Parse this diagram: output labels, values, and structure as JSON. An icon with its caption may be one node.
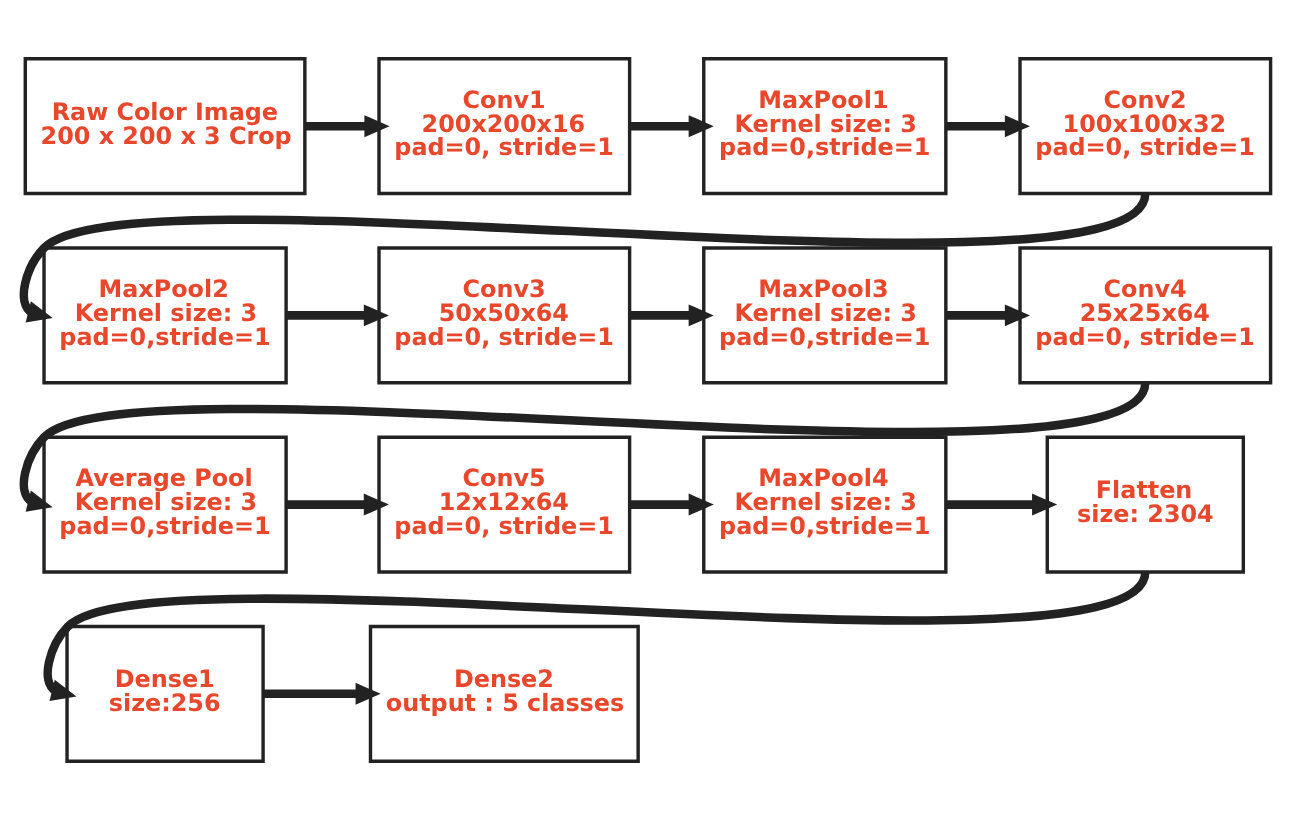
{
  "diagram": {
    "nodes": [
      {
        "text": [
          "Raw Color Image",
          "200 x 200 x 3 Crop"
        ]
      },
      {
        "text": [
          "Conv1",
          "200x200x16",
          "pad=0, stride=1"
        ]
      },
      {
        "text": [
          "MaxPool1",
          "Kernel size: 3",
          "pad=0,stride=1"
        ]
      },
      {
        "text": [
          "Conv2",
          "100x100x32",
          "pad=0, stride=1"
        ]
      },
      {
        "text": [
          "MaxPool2",
          "Kernel size: 3",
          "pad=0,stride=1"
        ]
      },
      {
        "text": [
          "Conv3",
          "50x50x64",
          "pad=0, stride=1"
        ]
      },
      {
        "text": [
          "MaxPool3",
          "Kernel size: 3",
          "pad=0,stride=1"
        ]
      },
      {
        "text": [
          "Conv4",
          "25x25x64",
          "pad=0, stride=1"
        ]
      },
      {
        "text": [
          "Average Pool",
          "Kernel size: 3",
          "pad=0,stride=1"
        ]
      },
      {
        "text": [
          "Conv5",
          "12x12x64",
          "pad=0, stride=1"
        ]
      },
      {
        "text": [
          "MaxPool4",
          "Kernel size: 3",
          "pad=0,stride=1"
        ]
      },
      {
        "text": [
          "Flatten",
          "size: 2304"
        ]
      },
      {
        "text": [
          "Dense1",
          "size:256"
        ]
      },
      {
        "text": [
          "Dense2",
          "output : 5 classes"
        ]
      }
    ],
    "edges": [
      {
        "from": 0,
        "to": 1,
        "arrow": "to"
      },
      {
        "from": 1,
        "to": 2,
        "arrow": "to"
      },
      {
        "from": 2,
        "to": 3,
        "arrow": "to"
      },
      {
        "from": 3,
        "to": 4,
        "arrow": "to"
      },
      {
        "from": 4,
        "to": 5,
        "arrow": "to"
      },
      {
        "from": 5,
        "to": 6,
        "arrow": "to"
      },
      {
        "from": 6,
        "to": 7,
        "arrow": "to"
      },
      {
        "from": 7,
        "to": 8,
        "arrow": "to"
      },
      {
        "from": 8,
        "to": 9,
        "arrow": "to"
      },
      {
        "from": 9,
        "to": 10,
        "arrow": "to"
      },
      {
        "from": 10,
        "to": 11,
        "arrow": "to"
      },
      {
        "from": 11,
        "to": 12,
        "arrow": "to"
      },
      {
        "from": 12,
        "to": 13,
        "arrow": "to"
      }
    ]
  }
}
